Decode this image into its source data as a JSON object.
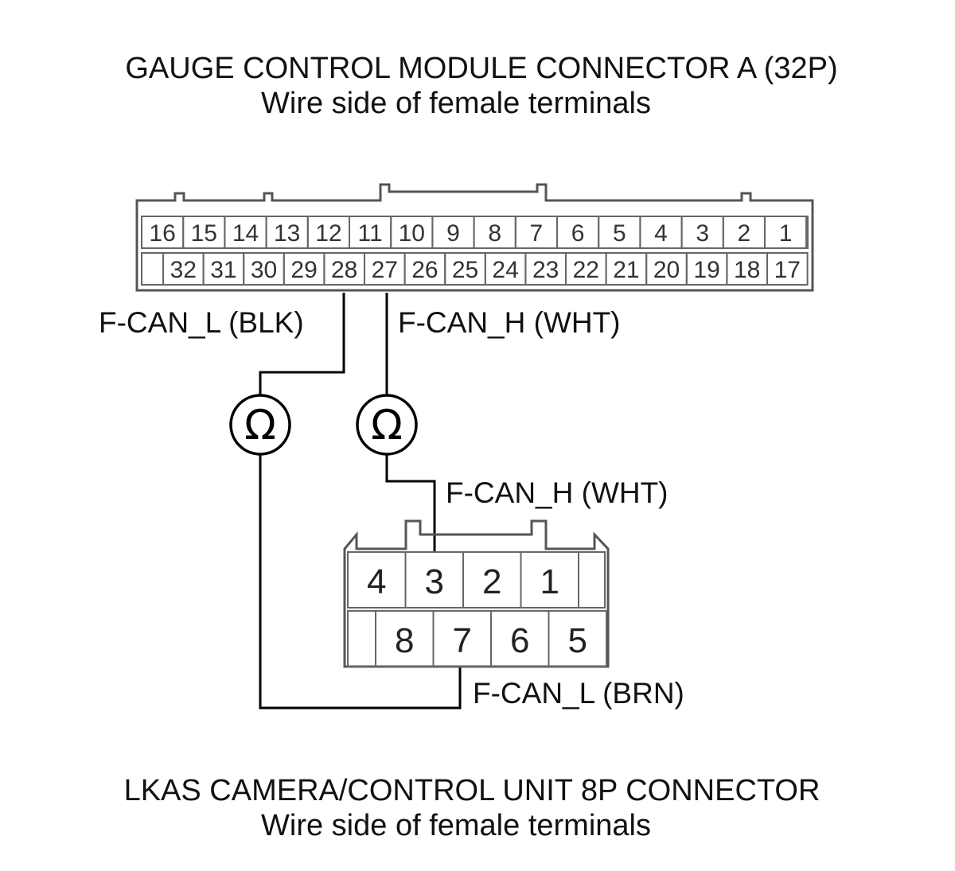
{
  "connector_a": {
    "title": "GAUGE CONTROL MODULE CONNECTOR A (32P)",
    "subtitle": "Wire side of female terminals",
    "top_row": [
      "16",
      "15",
      "14",
      "13",
      "12",
      "11",
      "10",
      "9",
      "8",
      "7",
      "6",
      "5",
      "4",
      "3",
      "2",
      "1"
    ],
    "bottom_row": [
      "32",
      "31",
      "30",
      "29",
      "28",
      "27",
      "26",
      "25",
      "24",
      "23",
      "22",
      "21",
      "20",
      "19",
      "18",
      "17"
    ]
  },
  "connector_b": {
    "title": "LKAS CAMERA/CONTROL UNIT 8P CONNECTOR",
    "subtitle": "Wire side of female terminals",
    "top_row": [
      "4",
      "3",
      "2",
      "1"
    ],
    "bottom_row": [
      "8",
      "7",
      "6",
      "5"
    ]
  },
  "wires": {
    "a_can_l": "F-CAN_L (BLK)",
    "a_can_h": "F-CAN_H (WHT)",
    "b_can_h": "F-CAN_H (WHT)",
    "b_can_l": "F-CAN_L (BRN)"
  },
  "meters": {
    "symbol": "Ω"
  }
}
